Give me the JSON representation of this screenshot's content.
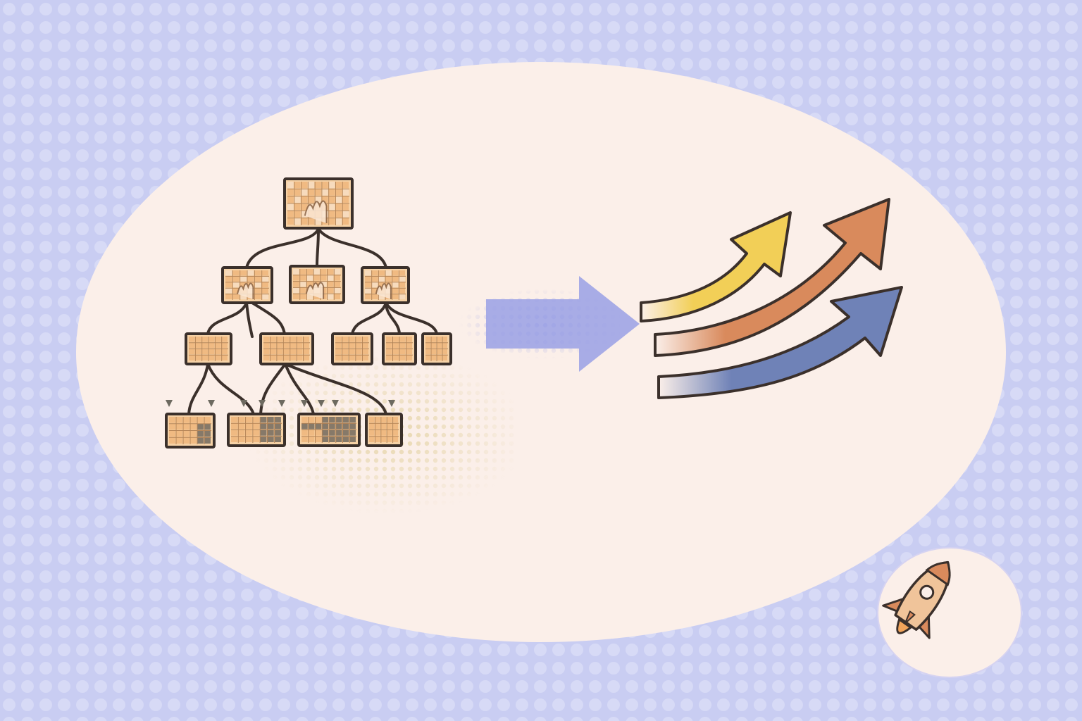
{
  "scene": {
    "kind": "illustration",
    "text": []
  },
  "tree": {
    "levels": [
      {
        "level": 0,
        "node_count": 1,
        "image_kind": "scribble"
      },
      {
        "level": 1,
        "node_count": 3,
        "image_kind": "hands"
      },
      {
        "level": 2,
        "node_count": 5,
        "image_kind": "grid"
      },
      {
        "level": 3,
        "node_count": 4,
        "image_kind": "mixed-grid"
      }
    ]
  },
  "arrows": {
    "transition": {
      "color": "#9ea4e6"
    },
    "growth": [
      {
        "name": "yellow-arrow",
        "color": "#f2cf57"
      },
      {
        "name": "orange-arrow",
        "color": "#d98a5c"
      },
      {
        "name": "blue-arrow",
        "color": "#6f82b7"
      }
    ]
  },
  "colors": {
    "background": "#c9cdf2",
    "panel": "#fbefe9",
    "outline": "#3b302b",
    "tile": "#f0b77e",
    "tile_dark": "#7a6f63"
  },
  "icons": {
    "corner": "rocket-icon"
  }
}
